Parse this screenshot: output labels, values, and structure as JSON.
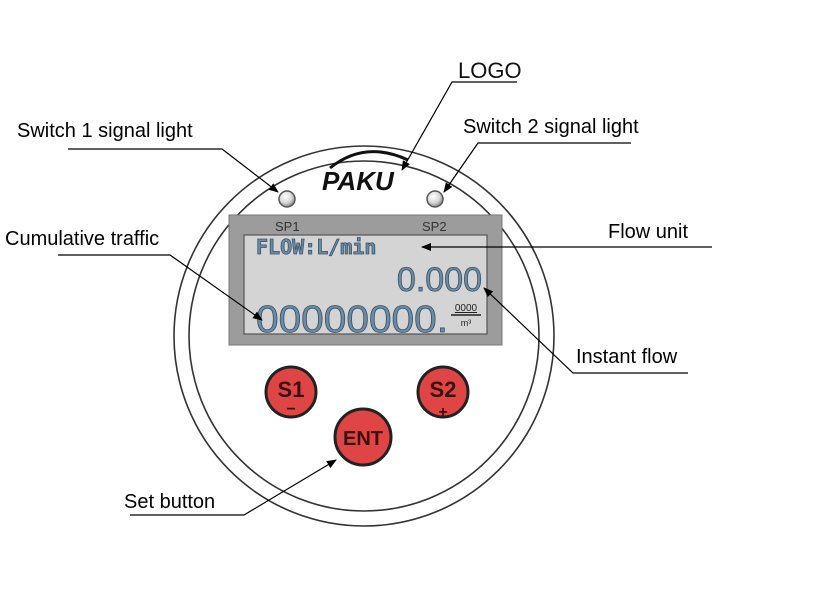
{
  "diagram": {
    "title": "Flow meter display panel",
    "brand": "PAKU",
    "labels": {
      "logo": "LOGO",
      "switch1": "Switch 1 signal light",
      "switch2": "Switch 2 signal light",
      "cumulative": "Cumulative traffic",
      "flow_unit": "Flow unit",
      "instant_flow": "Instant flow",
      "set_button": "Set button"
    },
    "lights": [
      {
        "id": "SP1",
        "label": "SP1"
      },
      {
        "id": "SP2",
        "label": "SP2"
      }
    ],
    "lcd": {
      "line1": "FLOW:L/min",
      "instant_value": "0.000",
      "total_value": "00000000.",
      "total_fraction": "0000",
      "total_unit": "m³"
    },
    "buttons": [
      {
        "id": "S1",
        "label": "S1",
        "sub": "−"
      },
      {
        "id": "S2",
        "label": "S2",
        "sub": "+"
      },
      {
        "id": "ENT",
        "label": "ENT",
        "sub": ""
      }
    ],
    "colors": {
      "button_red": "#e04545",
      "lcd_bg": "#d4d4d4",
      "lcd_frame": "#9c9c9c",
      "lcd_text": "#6f8aa0"
    }
  }
}
